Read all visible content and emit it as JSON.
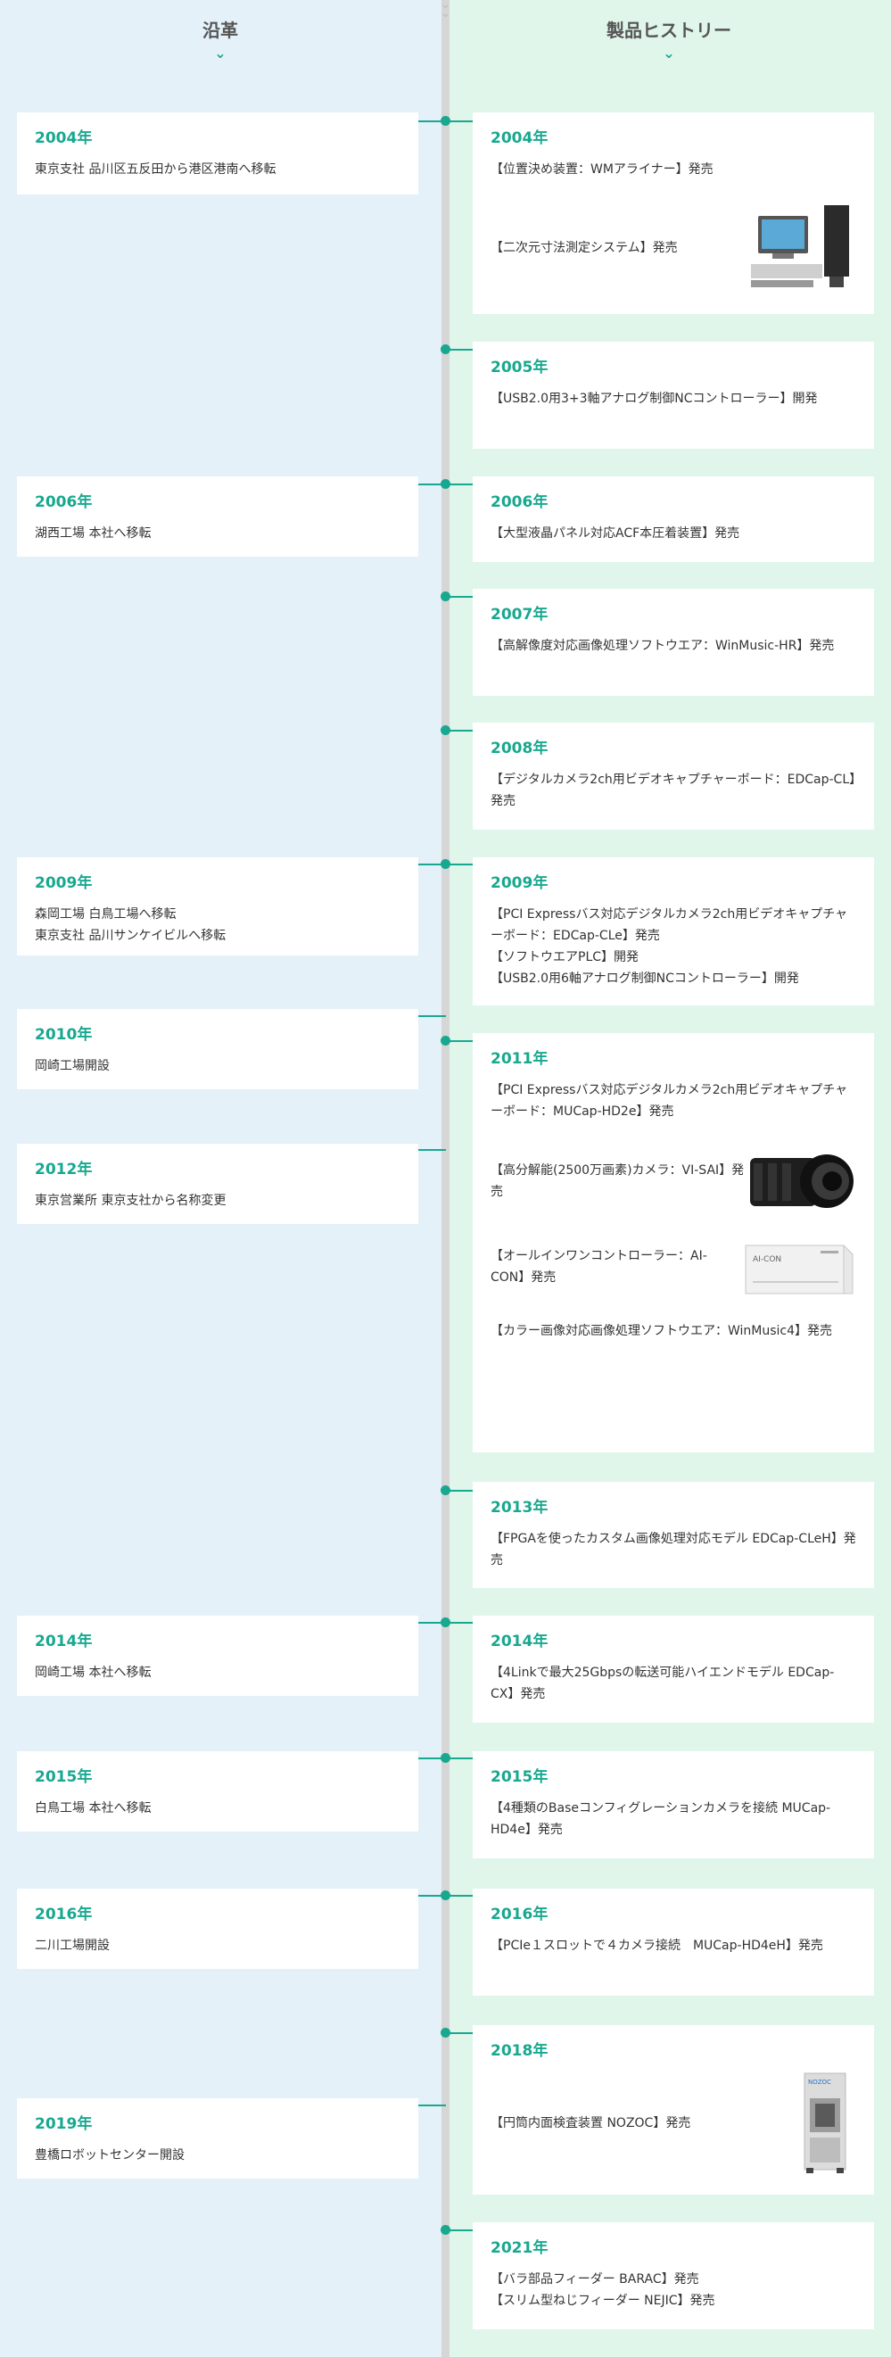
{
  "headers": {
    "left": "沿革",
    "right": "製品ヒストリー",
    "chevron": "⌄"
  },
  "history": [
    {
      "year": "2004年",
      "lines": [
        "東京支社 品川区五反田から港区港南へ移転"
      ]
    },
    {
      "year": "2006年",
      "lines": [
        "湖西工場 本社へ移転"
      ]
    },
    {
      "year": "2009年",
      "lines": [
        "森岡工場 白鳥工場へ移転",
        "東京支社 品川サンケイビルへ移転"
      ]
    },
    {
      "year": "2010年",
      "lines": [
        "岡崎工場開設"
      ]
    },
    {
      "year": "2012年",
      "lines": [
        "東京営業所 東京支社から名称変更"
      ]
    },
    {
      "year": "2014年",
      "lines": [
        "岡崎工場 本社へ移転"
      ]
    },
    {
      "year": "2015年",
      "lines": [
        "白鳥工場 本社へ移転"
      ]
    },
    {
      "year": "2016年",
      "lines": [
        "二川工場開設"
      ]
    },
    {
      "year": "2019年",
      "lines": [
        "豊橋ロボットセンター開設"
      ]
    }
  ],
  "products": [
    {
      "year": "2004年",
      "items": [
        "【位置決め装置：WMアライナー】発売",
        "【二次元寸法測定システム】発売"
      ]
    },
    {
      "year": "2005年",
      "items": [
        "【USB2.0用3+3軸アナログ制御NCコントローラー】開発"
      ]
    },
    {
      "year": "2006年",
      "items": [
        "【大型液晶パネル対応ACF本圧着装置】発売"
      ]
    },
    {
      "year": "2007年",
      "items": [
        "【高解像度対応画像処理ソフトウエア：WinMusic-HR】発売"
      ]
    },
    {
      "year": "2008年",
      "items": [
        "【デジタルカメラ2ch用ビデオキャプチャーボード：EDCap-CL】発売"
      ]
    },
    {
      "year": "2009年",
      "items": [
        "【PCI Expressバス対応デジタルカメラ2ch用ビデオキャプチャーボード：EDCap-CLe】発売",
        "【ソフトウエアPLC】開発",
        "【USB2.0用6軸アナログ制御NCコントローラー】開発"
      ]
    },
    {
      "year": "2011年",
      "items": [
        "【PCI Expressバス対応デジタルカメラ2ch用ビデオキャプチャーボード：MUCap-HD2e】発売",
        "【高分解能(2500万画素)カメラ：VI-SAI】発売",
        "【オールインワンコントローラー：AI-CON】発売",
        "【カラー画像対応画像処理ソフトウエア：WinMusic4】発売"
      ]
    },
    {
      "year": "2013年",
      "items": [
        "【FPGAを使ったカスタム画像処理対応モデル EDCap-CLeH】発売"
      ]
    },
    {
      "year": "2014年",
      "items": [
        "【4Linkで最大25Gbpsの転送可能ハイエンドモデル EDCap-CX】発売"
      ]
    },
    {
      "year": "2015年",
      "items": [
        "【4種類のBaseコンフィグレーションカメラを接続 MUCap-HD4e】発売"
      ]
    },
    {
      "year": "2016年",
      "items": [
        "【PCIe１スロットで４カメラ接続　MUCap-HD4eH】発売"
      ]
    },
    {
      "year": "2018年",
      "items": [
        "【円筒内面検査装置 NOZOC】発売"
      ]
    },
    {
      "year": "2021年",
      "items": [
        "【バラ部品フィーダー BARAC】発売",
        "【スリム型ねじフィーダー NEJIC】発売"
      ]
    }
  ],
  "device_labels": {
    "aicon": "AI-CON",
    "nozoc": "NOZOC"
  },
  "colors": {
    "accent": "#17a88f",
    "left_bg": "#e4f1f9",
    "right_bg": "#e0f6ea",
    "axis": "#d6d6d6"
  }
}
